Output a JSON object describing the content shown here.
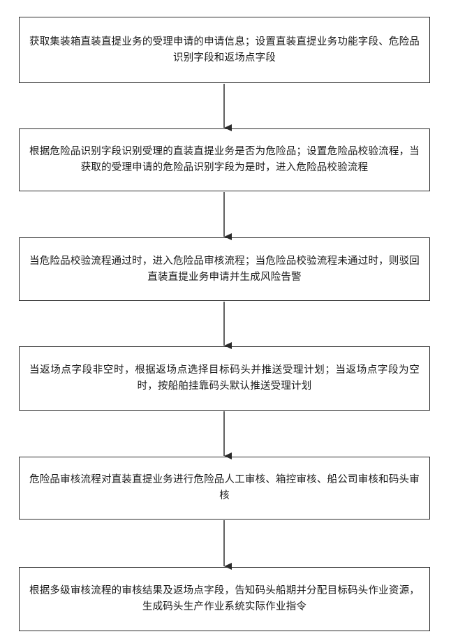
{
  "steps": [
    {
      "text": "获取集装箱直装直提业务的受理申请的申请信息；设置直装直提业务功能字段、危险品识别字段和返场点字段"
    },
    {
      "text": "根据危险品识别字段识别受理的直装直提业务是否为危险品；设置危险品校验流程，当获取的受理申请的危险品识别字段为是时，进入危险品校验流程"
    },
    {
      "text": "当危险品校验流程通过时，进入危险品审核流程；当危险品校验流程未通过时，则驳回直装直提业务申请并生成风险告警"
    },
    {
      "text": "当返场点字段非空时，根据返场点选择目标码头并推送受理计划；当返场点字段为空时，按船舶挂靠码头默认推送受理计划"
    },
    {
      "text": "危险品审核流程对直装直提业务进行危险品人工审核、箱控审核、船公司审核和码头审核"
    },
    {
      "text": "根据多级审核流程的审核结果及返场点字段，告知码头船期并分配目标码头作业资源，生成码头生产作业系统实际作业指令"
    }
  ]
}
